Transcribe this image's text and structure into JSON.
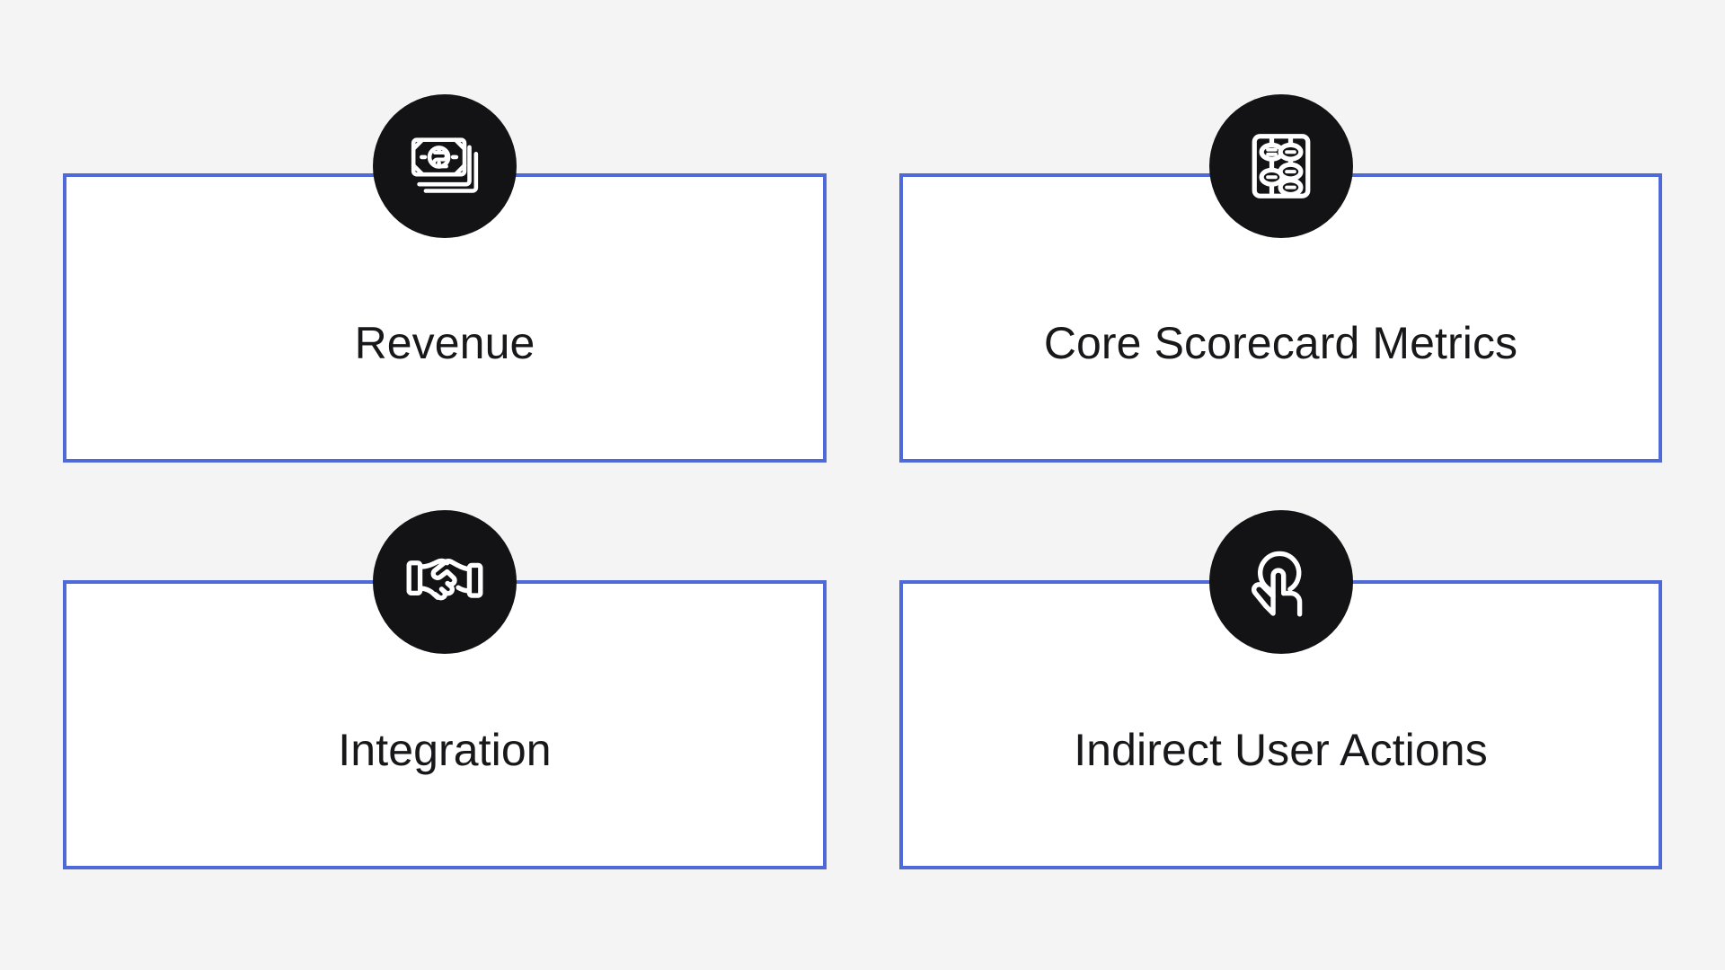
{
  "theme": {
    "background": "#f4f4f4",
    "card_background": "#ffffff",
    "card_border": "#4f6ad6",
    "badge_background": "#131315",
    "badge_icon": "#ffffff",
    "label_text": "#18181a"
  },
  "diagram": {
    "type": "four-quadrant-category-grid",
    "cards": [
      {
        "id": "revenue",
        "label": "Revenue",
        "icon": "money-stack-icon",
        "row": 1,
        "column": "left"
      },
      {
        "id": "core-scorecard-metrics",
        "label": "Core Scorecard Metrics",
        "icon": "abacus-icon",
        "row": 1,
        "column": "right"
      },
      {
        "id": "integration",
        "label": "Integration",
        "icon": "handshake-icon",
        "row": 2,
        "column": "left"
      },
      {
        "id": "indirect-user-actions",
        "label": "Indirect User Actions",
        "icon": "tap-click-icon",
        "row": 2,
        "column": "right"
      }
    ]
  }
}
